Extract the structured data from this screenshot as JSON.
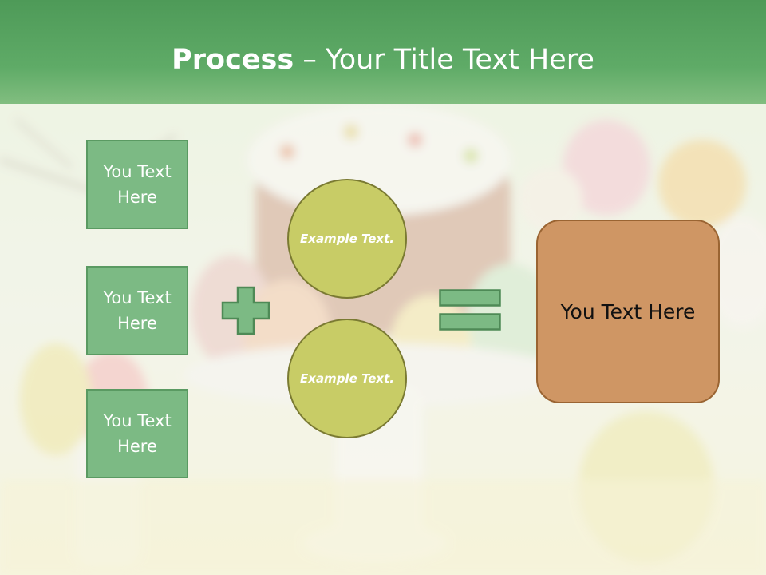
{
  "slide": {
    "title_bold": "Process",
    "title_rest": " – Your Title Text Here",
    "boxes": [
      "You Text Here",
      "You Text Here",
      "You Text Here"
    ],
    "circles": [
      "Example Text.",
      "Example Text."
    ],
    "result": "You Text Here"
  },
  "colors": {
    "title_bar": "#5fab67",
    "box_fill": "#7cba84",
    "circle_fill": "#c8cc66",
    "result_fill": "#cf9664"
  },
  "icons": {
    "plus": "plus-icon",
    "equals": "equals-icon"
  }
}
